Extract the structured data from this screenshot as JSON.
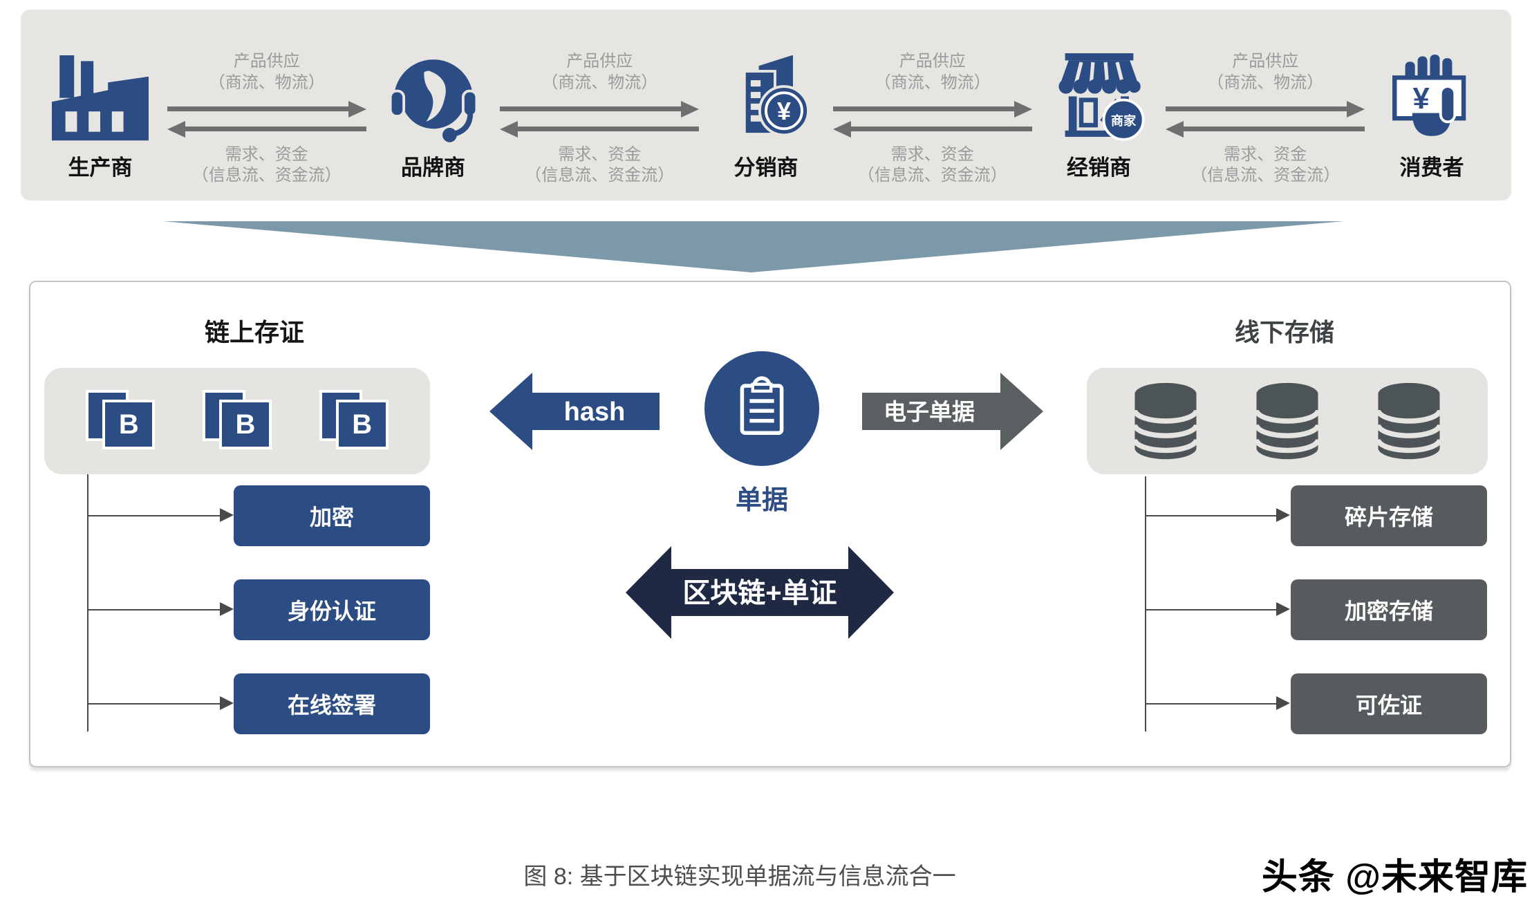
{
  "banner": {
    "nodes": [
      {
        "label": "生产商",
        "icon": "factory-icon"
      },
      {
        "label": "品牌商",
        "icon": "headset-agent-icon"
      },
      {
        "label": "分销商",
        "icon": "building-yuan-icon"
      },
      {
        "label": "经销商",
        "icon": "storefront-icon",
        "badge": "商家"
      },
      {
        "label": "消费者",
        "icon": "hand-money-icon"
      }
    ],
    "flow": {
      "forward_line1": "产品供应",
      "forward_line2": "（商流、物流）",
      "backward_line1": "需求、资金",
      "backward_line2": "（信息流、资金流）"
    }
  },
  "panel": {
    "onchain": {
      "title": "链上存证",
      "block_letter": "B",
      "items": [
        "加密",
        "身份认证",
        "在线签署"
      ]
    },
    "center": {
      "hash_label": "hash",
      "doc_label": "单据",
      "edoc_label": "电子单据",
      "blockchain_label": "区块链+单证"
    },
    "offchain": {
      "title": "线下存储",
      "items": [
        "碎片存储",
        "加密存储",
        "可佐证"
      ]
    }
  },
  "caption": "图 8: 基于区块链实现单据流与信息流合一",
  "watermark": "头条 @未来智库",
  "colors": {
    "blue": "#2b4d84",
    "dark_gray": "#565b5e",
    "navy": "#202944",
    "teal": "#7b99a8",
    "banner_bg": "#e7e5e2"
  }
}
